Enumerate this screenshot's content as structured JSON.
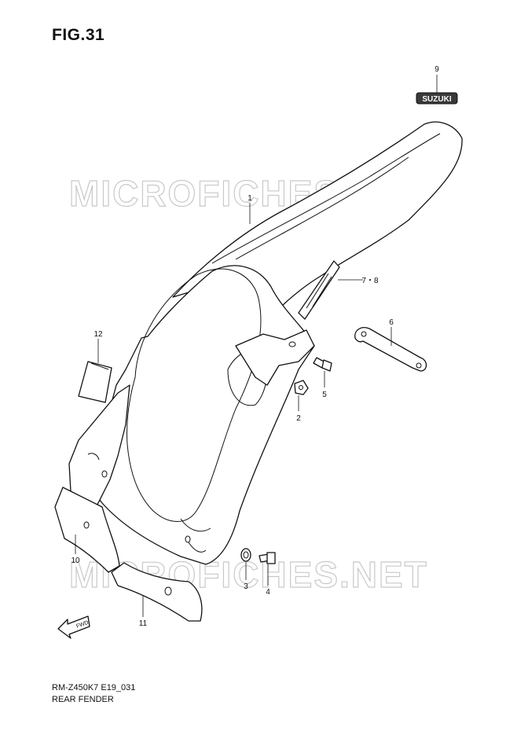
{
  "figure": {
    "title": "FIG.31"
  },
  "footer": {
    "model_code": "RM-Z450K7 E19_031",
    "name": "REAR FENDER"
  },
  "watermark": {
    "text": "MICROFICHES.NET"
  },
  "emblem": {
    "text": "SUZUKI"
  },
  "direction": {
    "text": "FWD"
  },
  "callouts": {
    "c1": "1",
    "c2": "2",
    "c3": "3",
    "c4": "4",
    "c5": "5",
    "c6": "6",
    "c78": "7・8",
    "c9": "9",
    "c10": "10",
    "c11": "11",
    "c12": "12"
  },
  "colors": {
    "line": "#111111",
    "watermark": "#c9c9c9",
    "emblem_fill": "#3a3a3a"
  }
}
